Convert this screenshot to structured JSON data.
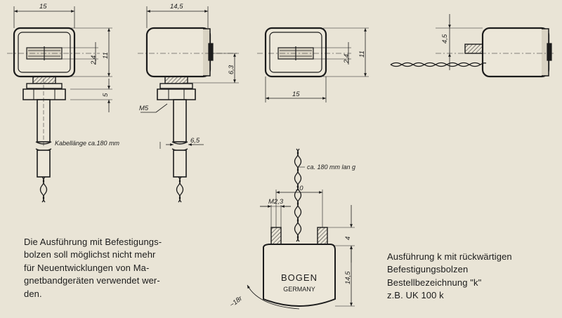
{
  "dimensions": {
    "v1_width": "15",
    "v1_height": "11",
    "v1_gap": "2,4",
    "v1_mount": "5",
    "v2_width": "14,5",
    "v2_height": "6,3",
    "v2_thread": "M5",
    "v2_nut": "6,5",
    "v3_width": "15",
    "v3_height": "11",
    "v3_gap": "2,4",
    "v4_offset": "4,5",
    "k_spacing": "10",
    "k_thread": "M2,3",
    "k_stud": "4",
    "k_height": "14,5",
    "k_radius": "~18r"
  },
  "labels": {
    "cable_length": "Kabellänge ca.180 mm",
    "cable_long": "ca. 180 mm lan g",
    "brand": "BOGEN",
    "country": "GERMANY"
  },
  "notes": {
    "left": [
      "Die Ausführung mit Befestigungs-",
      "bolzen soll möglichst nicht mehr",
      "für Neuentwicklungen von Ma-",
      "gnetbandgeräten verwendet wer-",
      "den."
    ],
    "right": [
      "Ausführung k mit rückwärtigen",
      "Befestigungsbolzen",
      "Bestellbezeichnung \"k\"",
      "z.B.  UK 100 k"
    ]
  }
}
